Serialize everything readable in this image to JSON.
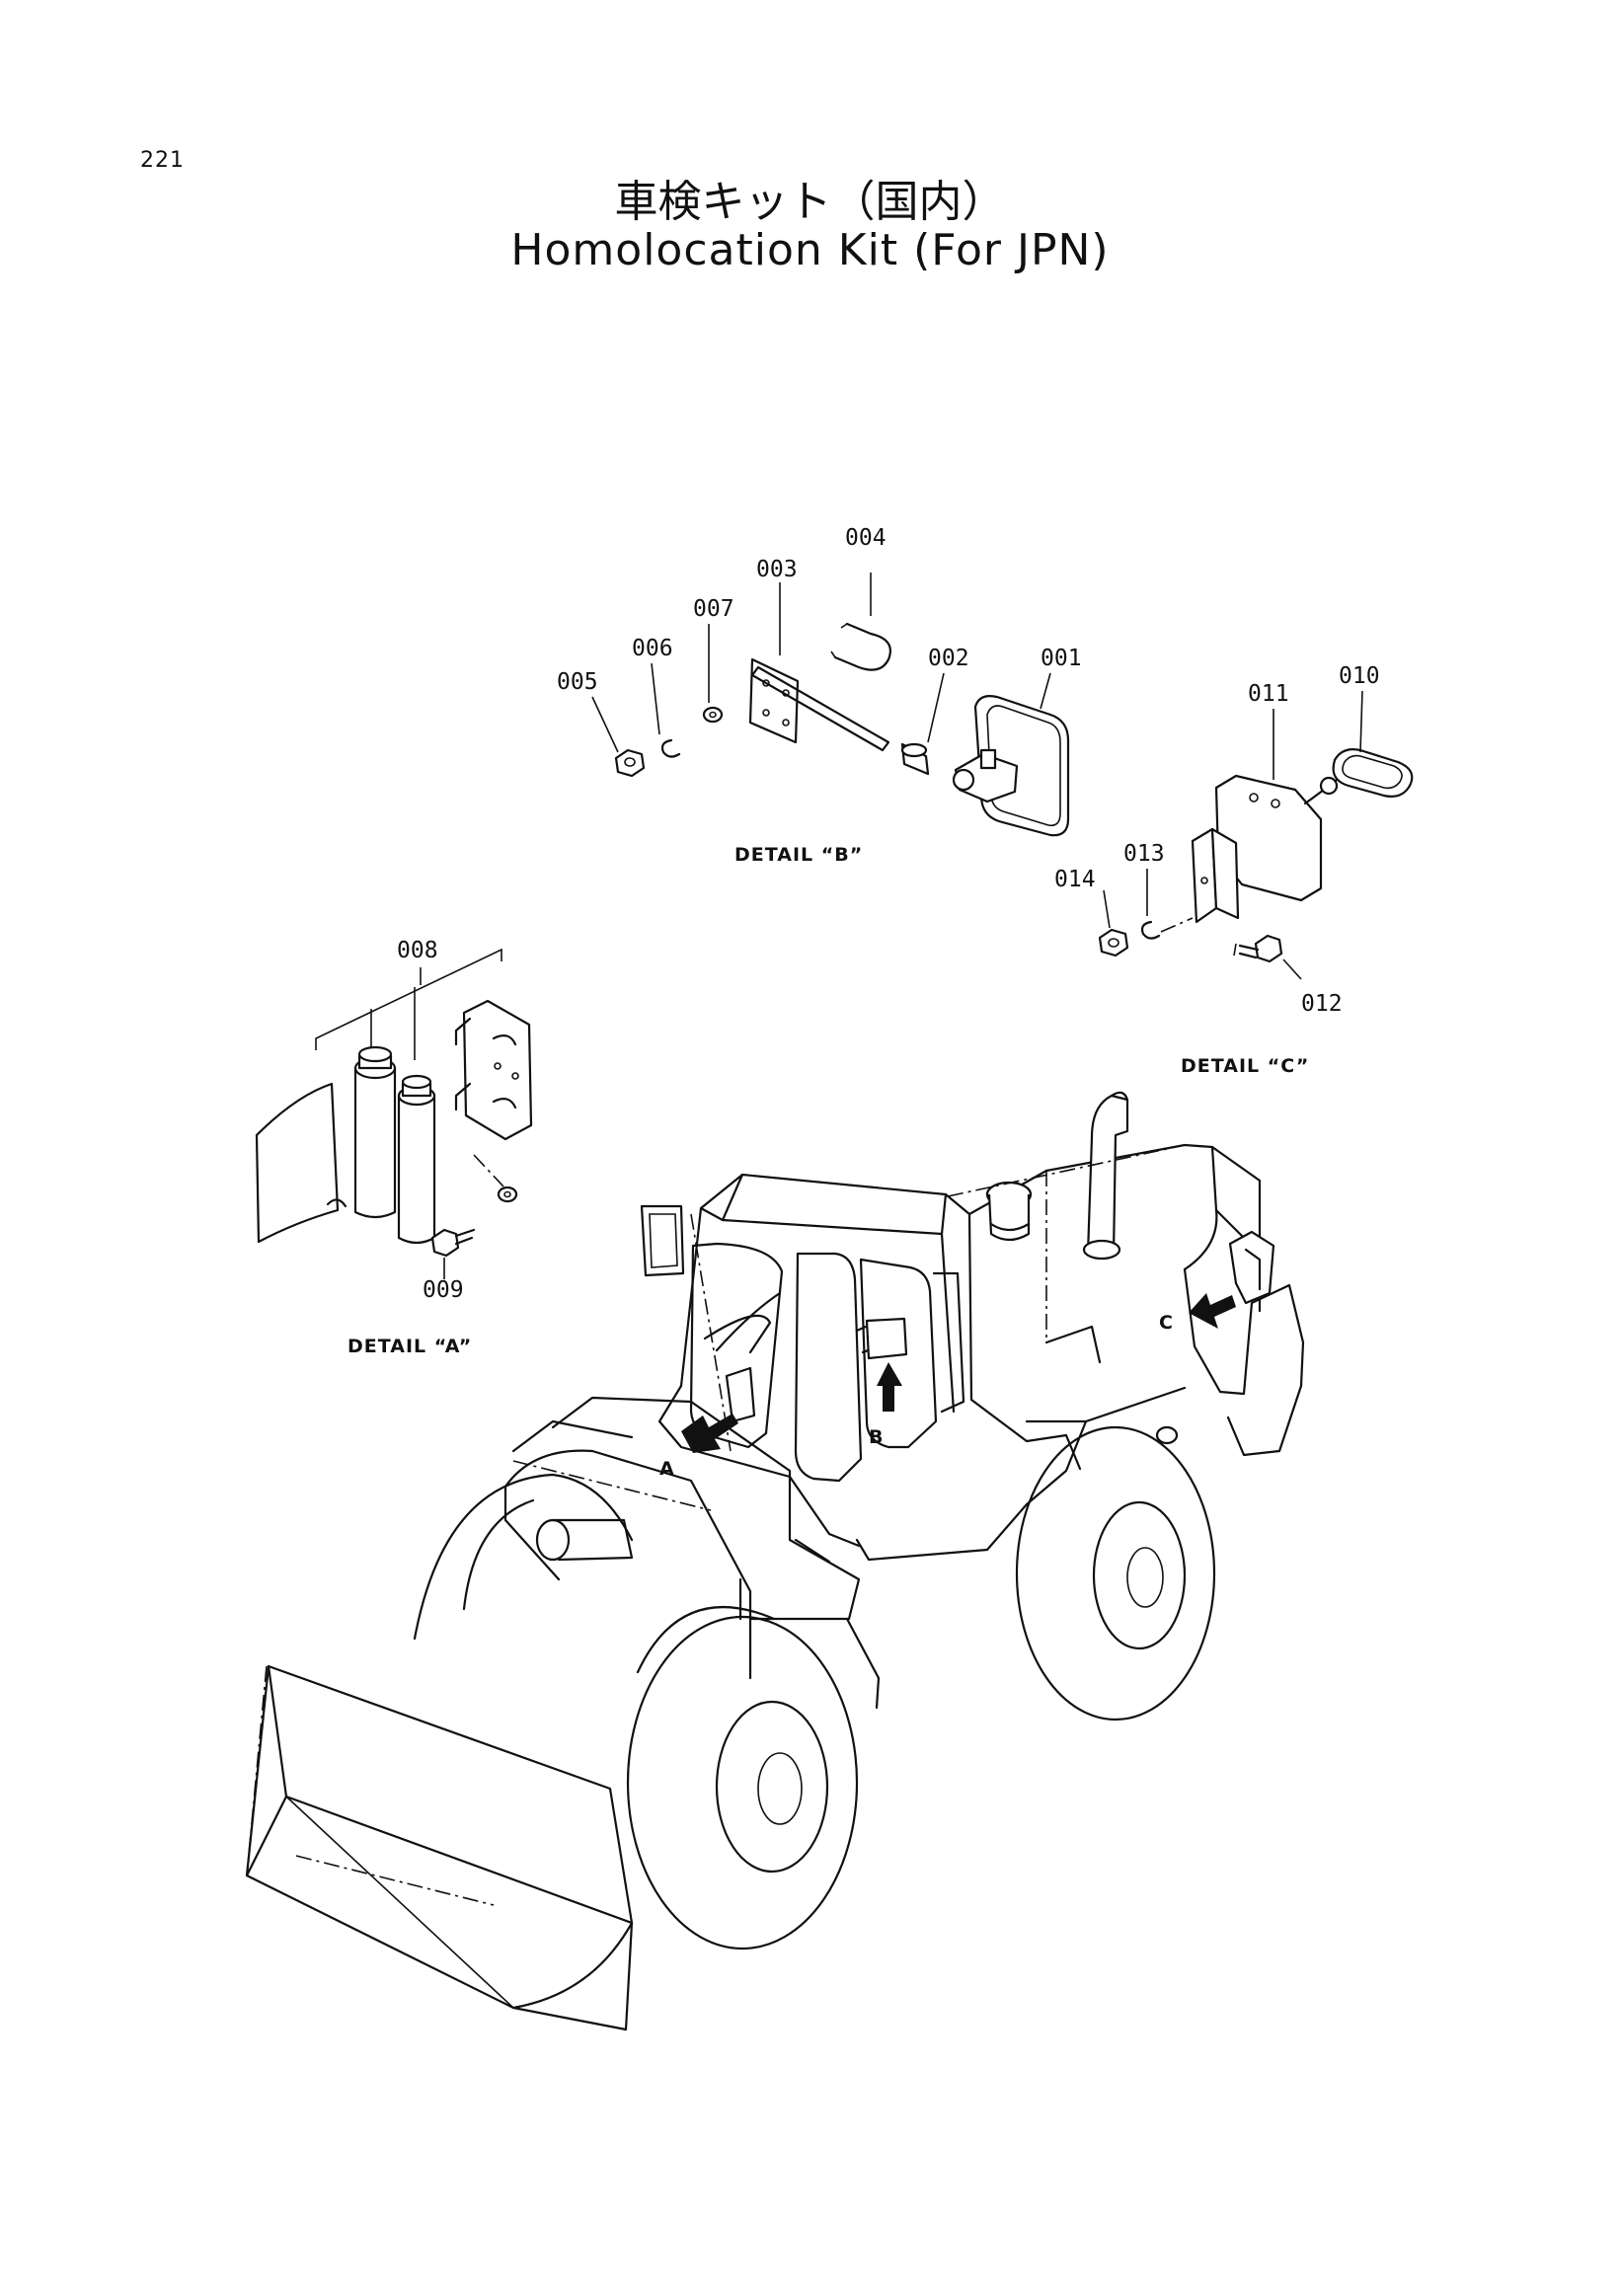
{
  "page": {
    "number": "221",
    "title_jp": "車検キット（国内）",
    "title_en": "Homolocation Kit (For JPN)"
  },
  "parts": {
    "p001": "001",
    "p002": "002",
    "p003": "003",
    "p004": "004",
    "p005": "005",
    "p006": "006",
    "p007": "007",
    "p008": "008",
    "p009": "009",
    "p010": "010",
    "p011": "011",
    "p012": "012",
    "p013": "013",
    "p014": "014"
  },
  "details": {
    "a": "DETAIL “A”",
    "b": "DETAIL “B”",
    "c": "DETAIL “C”"
  },
  "arrows": {
    "a": "A",
    "b": "B",
    "c": "C"
  }
}
